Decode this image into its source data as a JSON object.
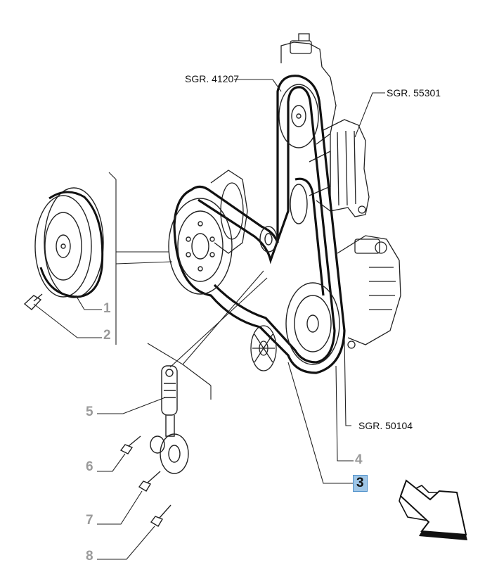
{
  "diagram": {
    "references": {
      "sgr_41207": "SGR. 41207",
      "sgr_55301": "SGR. 55301",
      "sgr_50104": "SGR. 50104"
    },
    "parts": [
      {
        "number": "1",
        "highlighted": false
      },
      {
        "number": "2",
        "highlighted": false
      },
      {
        "number": "3",
        "highlighted": true
      },
      {
        "number": "4",
        "highlighted": false
      },
      {
        "number": "5",
        "highlighted": false
      },
      {
        "number": "6",
        "highlighted": false
      },
      {
        "number": "7",
        "highlighted": false
      },
      {
        "number": "8",
        "highlighted": false
      }
    ],
    "colors": {
      "highlight": "#9fc6e7",
      "muted_label": "#9a9a9a",
      "line": "#111111"
    }
  }
}
